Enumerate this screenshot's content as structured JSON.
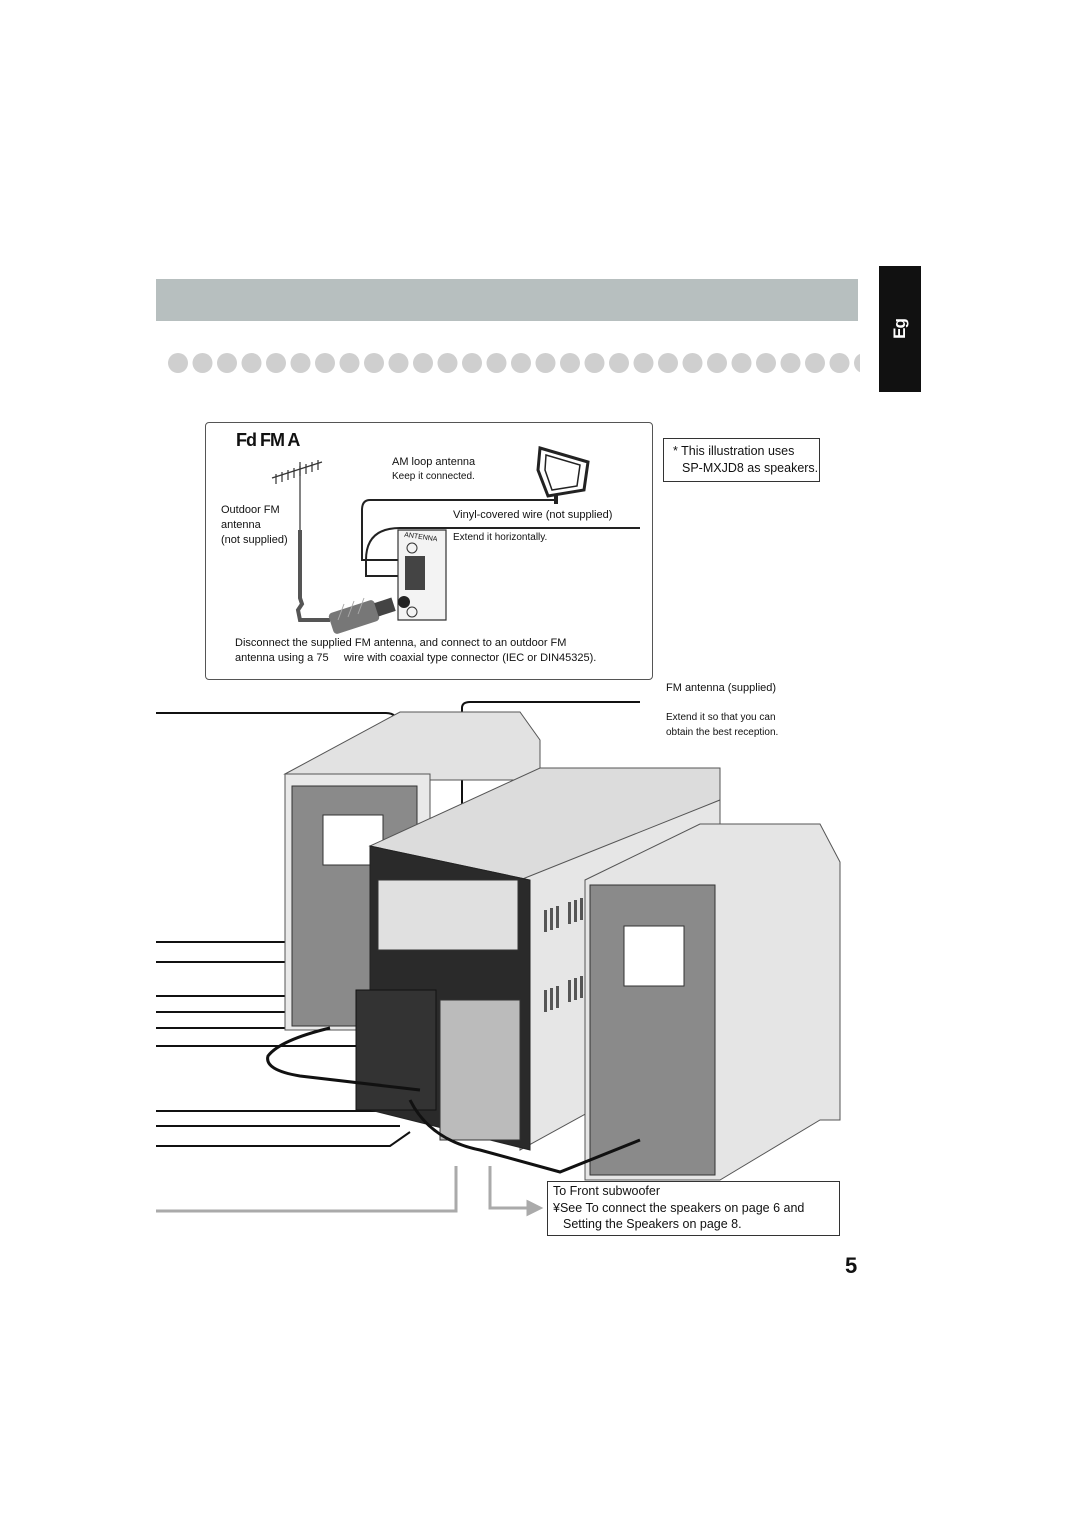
{
  "header": {
    "language_tab": "Eg"
  },
  "outdoor_fm_panel": {
    "title": "Fd FM A",
    "am_loop_label": "AM loop antenna",
    "am_loop_note": "Keep it connected.",
    "vinyl_wire_label": "Vinyl-covered wire (not supplied)",
    "vinyl_wire_note": "Extend it horizontally.",
    "outdoor_fm_label_1": "Outdoor FM",
    "outdoor_fm_label_2": "antenna",
    "outdoor_fm_label_3": "(not supplied)",
    "antenna_terminal_label": "ANTENNA",
    "disconnect_note_1": "Disconnect the supplied FM antenna, and connect to an outdoor FM",
    "disconnect_note_2": "antenna using a 75     wire with coaxial type connector (IEC or DIN45325)."
  },
  "illustration_note": {
    "line1": "* This illustration uses",
    "line2": "SP-MXJD8 as speakers."
  },
  "fm_antenna": {
    "label": "FM antenna (supplied)",
    "note_1": "Extend it so that you can",
    "note_2": "obtain the best reception."
  },
  "subwoofer_note": {
    "line1": "To Front subwoofer",
    "line2": "¥See  To connect the speakers  on page 6 and",
    "line3": "Setting the Speakers  on page 8."
  },
  "page_number": "5"
}
